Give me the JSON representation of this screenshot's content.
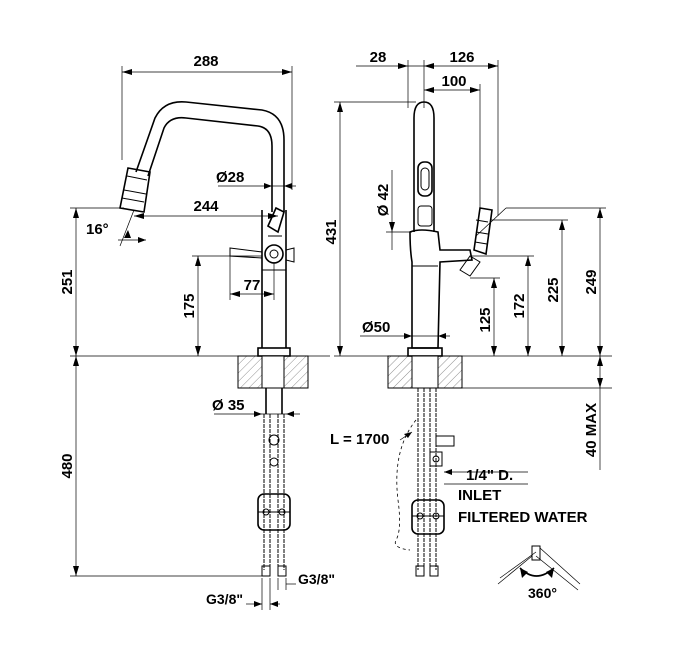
{
  "left_view": {
    "width_288": "288",
    "dia_28": "Ø28",
    "reach_244": "244",
    "angle_16": "16°",
    "height_251": "251",
    "height_175": "175",
    "offset_77": "77",
    "dia_35": "35",
    "depth_480": "480",
    "thread_left": "G3/8\"",
    "thread_right": "G3/8\""
  },
  "right_view": {
    "w_28": "28",
    "w_126": "126",
    "w_100": "100",
    "dia_42": "42",
    "height_431": "431",
    "dia_50": "Ø50",
    "h_125": "125",
    "h_172": "172",
    "h_225": "225",
    "h_249": "249",
    "max_40": "40 MAX",
    "hose_length": "L = 1700",
    "inlet_size": "1/4\" D.",
    "inlet_line1": "INLET",
    "inlet_line2": "FILTERED WATER",
    "rotation": "360°"
  }
}
